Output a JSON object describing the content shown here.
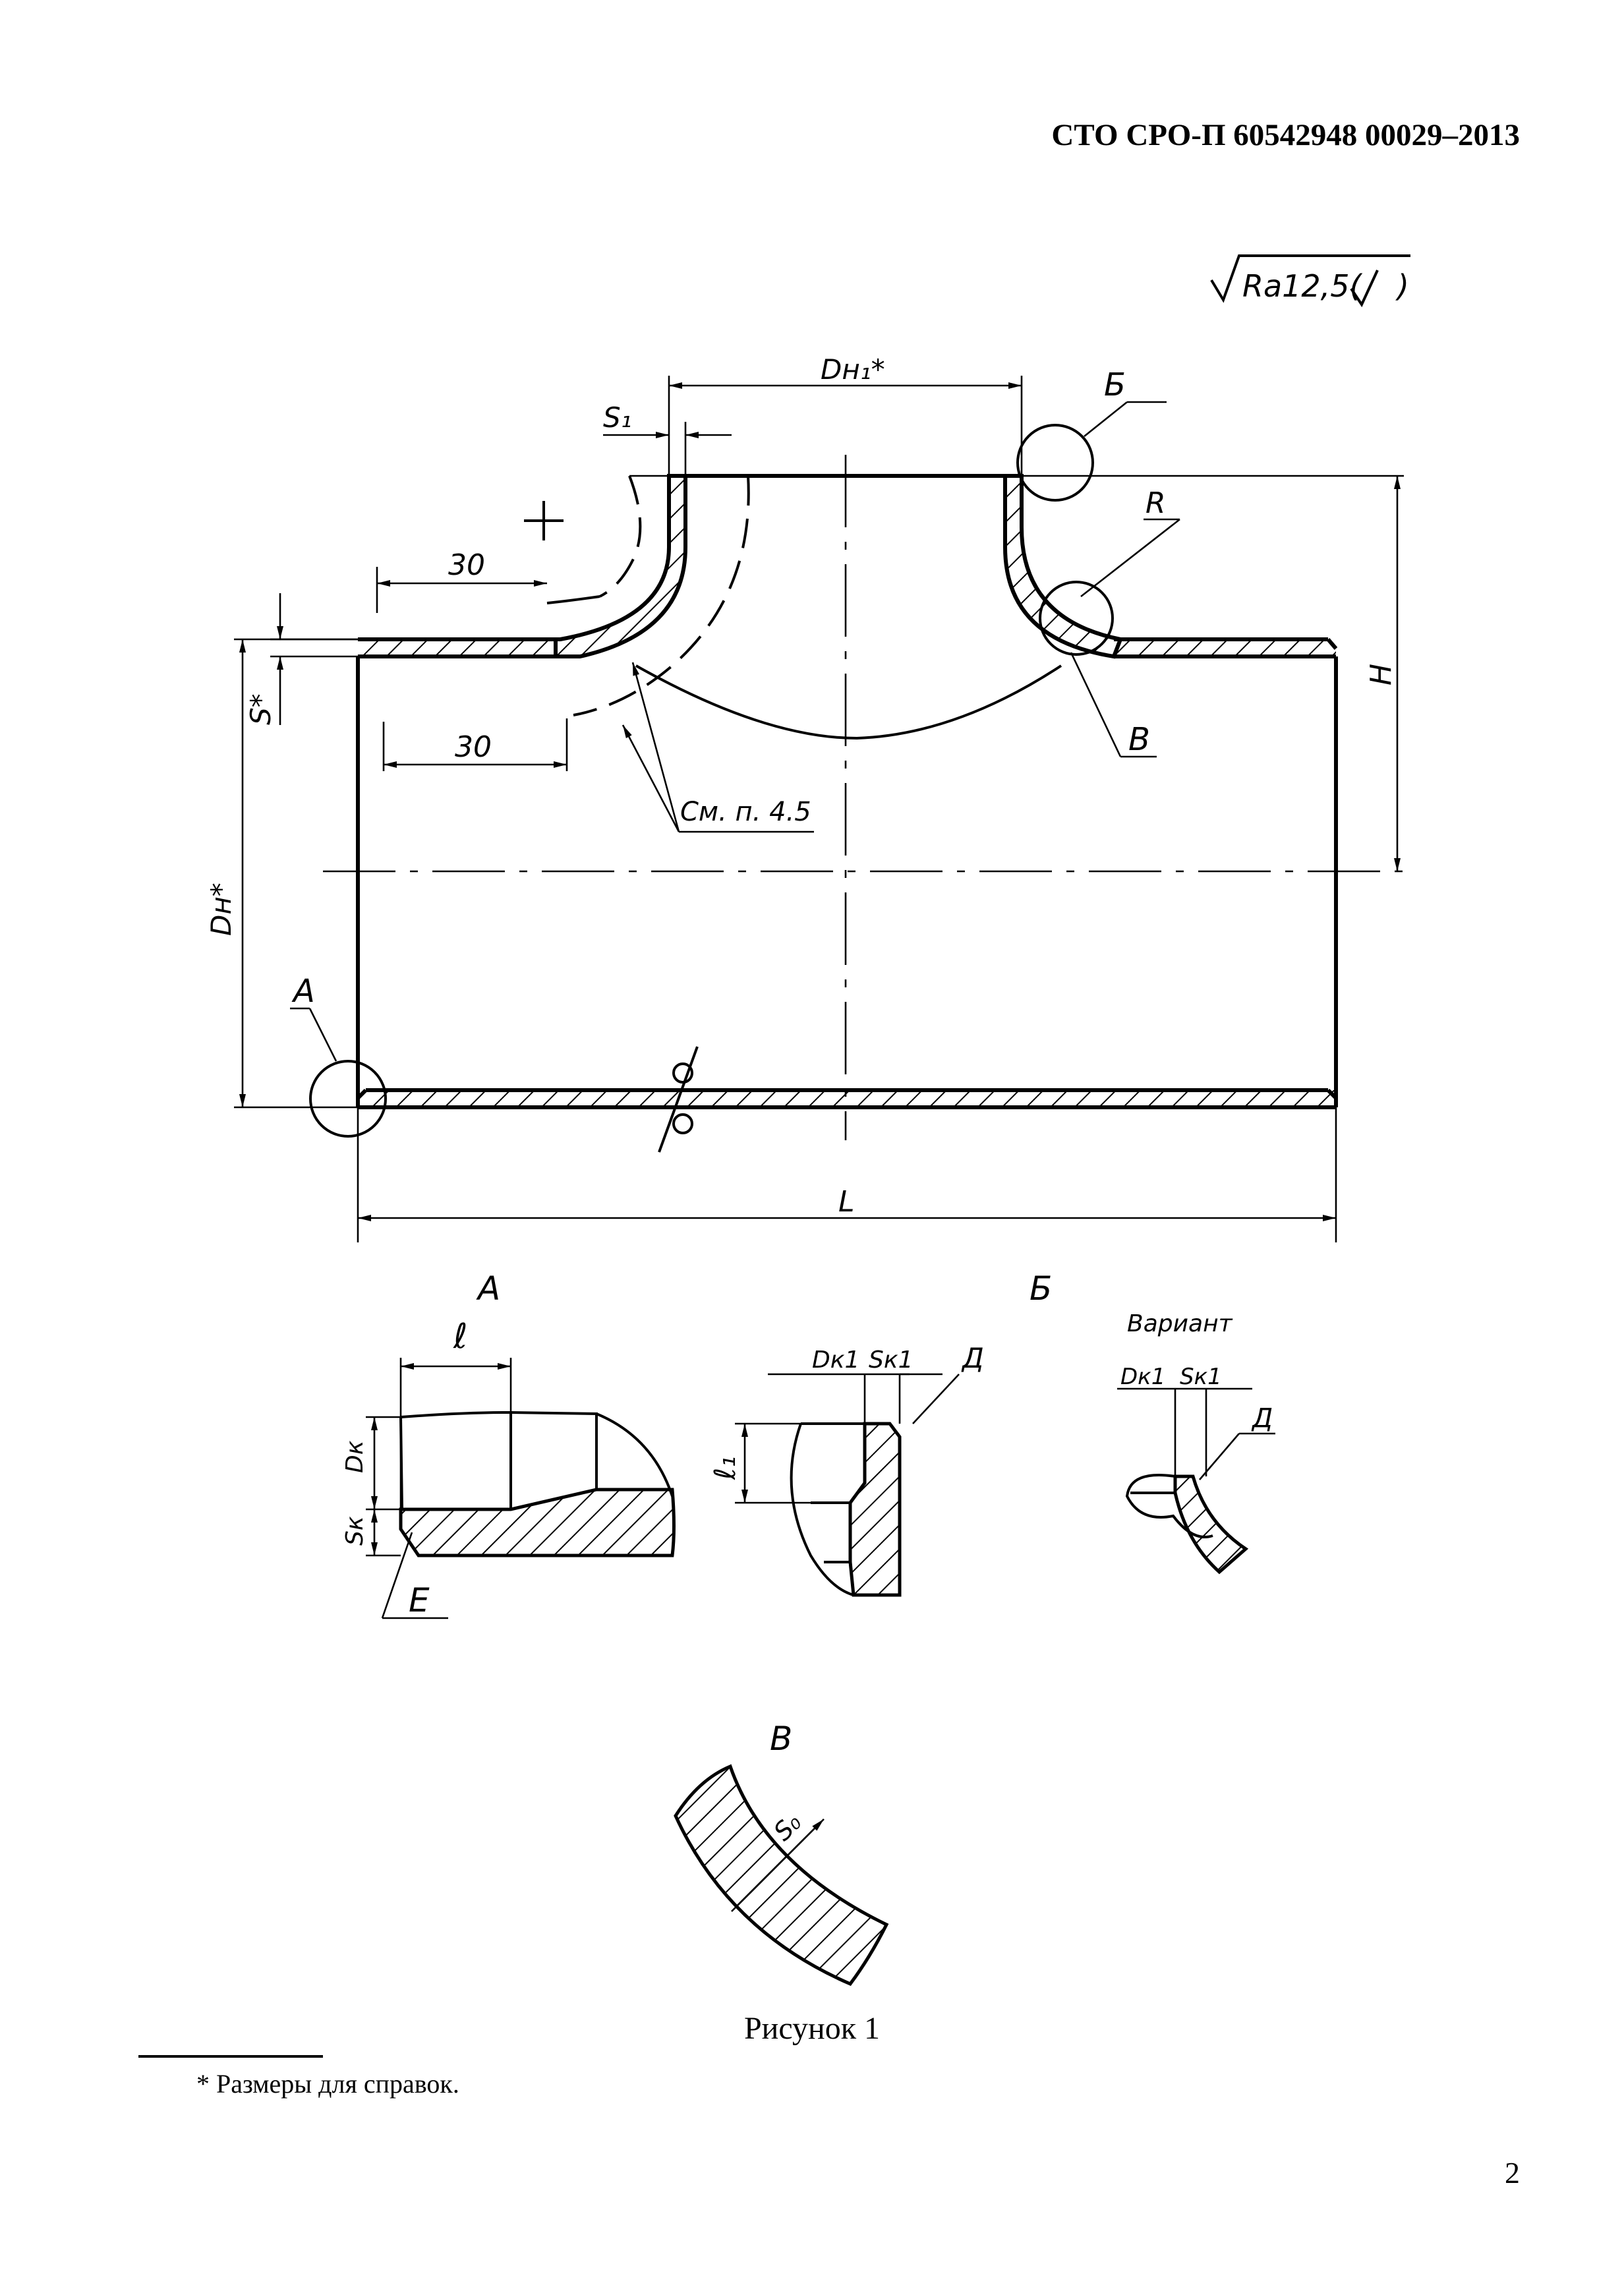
{
  "header": {
    "standard": "СТО СРО-П 60542948 00029–2013"
  },
  "roughness": {
    "text": "Ra12,5(",
    "close": ")"
  },
  "labels": {
    "dn1": "Dн₁*",
    "s1": "S₁",
    "view_b": "Б",
    "r": "R",
    "h": "H",
    "dim30_top": "30",
    "dim30_bottom": "30",
    "s_star": "S*",
    "see_note": "См.  п. 4.5",
    "v_label": "В",
    "dn": "Dн*",
    "a_label": "А",
    "l_total": "L"
  },
  "detail_a": {
    "title": "А",
    "l": "ℓ",
    "dk": "Dк",
    "sk": "Sк",
    "e": "Е"
  },
  "detail_b": {
    "title": "Б",
    "dk1": "Dк1",
    "sk1": "Sк1",
    "d": "Д",
    "l1": "ℓ₁"
  },
  "variant": {
    "title": "Вариант",
    "dk1": "Dк1",
    "sk1": "Sк1",
    "d": "Д"
  },
  "detail_v": {
    "title": "В",
    "s0": "S₀"
  },
  "caption": "Рисунок  1",
  "footnote": "* Размеры для справок.",
  "page_number": "2"
}
